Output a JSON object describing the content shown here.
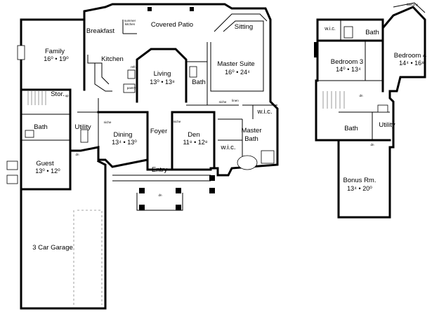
{
  "rooms": {
    "covered_patio": {
      "label": "Covered Patio"
    },
    "breakfast": {
      "label": "Breakfast"
    },
    "sitting": {
      "label": "Sitting"
    },
    "family": {
      "label": "Family",
      "dim": "16⁰ • 19⁰"
    },
    "kitchen": {
      "label": "Kitchen"
    },
    "living": {
      "label": "Living",
      "dim": "13⁰ • 13⁸"
    },
    "master_suite": {
      "label": "Master Suite",
      "dim": "16⁰ • 24⁴"
    },
    "bath_center": {
      "label": "Bath"
    },
    "stor": {
      "label": "Stor."
    },
    "bath_left": {
      "label": "Bath"
    },
    "utility_main": {
      "label": "Utility"
    },
    "dining": {
      "label": "Dining",
      "dim": "13⁴ • 13⁰"
    },
    "foyer": {
      "label": "Foyer"
    },
    "den": {
      "label": "Den",
      "dim": "11⁸ • 12⁸"
    },
    "wic_master": {
      "label": "w.i.c."
    },
    "master_bath": {
      "label": "Master\nBath"
    },
    "wic_den": {
      "label": "w.i.c."
    },
    "guest": {
      "label": "Guest",
      "dim": "13⁰ • 12⁰"
    },
    "entry": {
      "label": "Entry"
    },
    "garage": {
      "label": "3 Car Garage"
    },
    "wic_up": {
      "label": "w.i.c."
    },
    "bath_up": {
      "label": "Bath"
    },
    "balcony": {
      "label": "Balcony"
    },
    "bedroom3": {
      "label": "Bedroom 3",
      "dim": "14⁰ • 13⁴"
    },
    "bedroom4": {
      "label": "Bedroom 4",
      "dim": "14⁴ • 16⁸"
    },
    "bath_up2": {
      "label": "Bath"
    },
    "utility_up": {
      "label": "Utility"
    },
    "bonus": {
      "label": "Bonus Rm.",
      "dim": "13⁴ • 20⁰"
    }
  },
  "small_labels": {
    "pantry": "pantry",
    "dn": "dn",
    "up": "up",
    "niche": "niche",
    "refr": "refr.",
    "summer_kitchen": "summer\nkitchen",
    "linen": "linen"
  }
}
